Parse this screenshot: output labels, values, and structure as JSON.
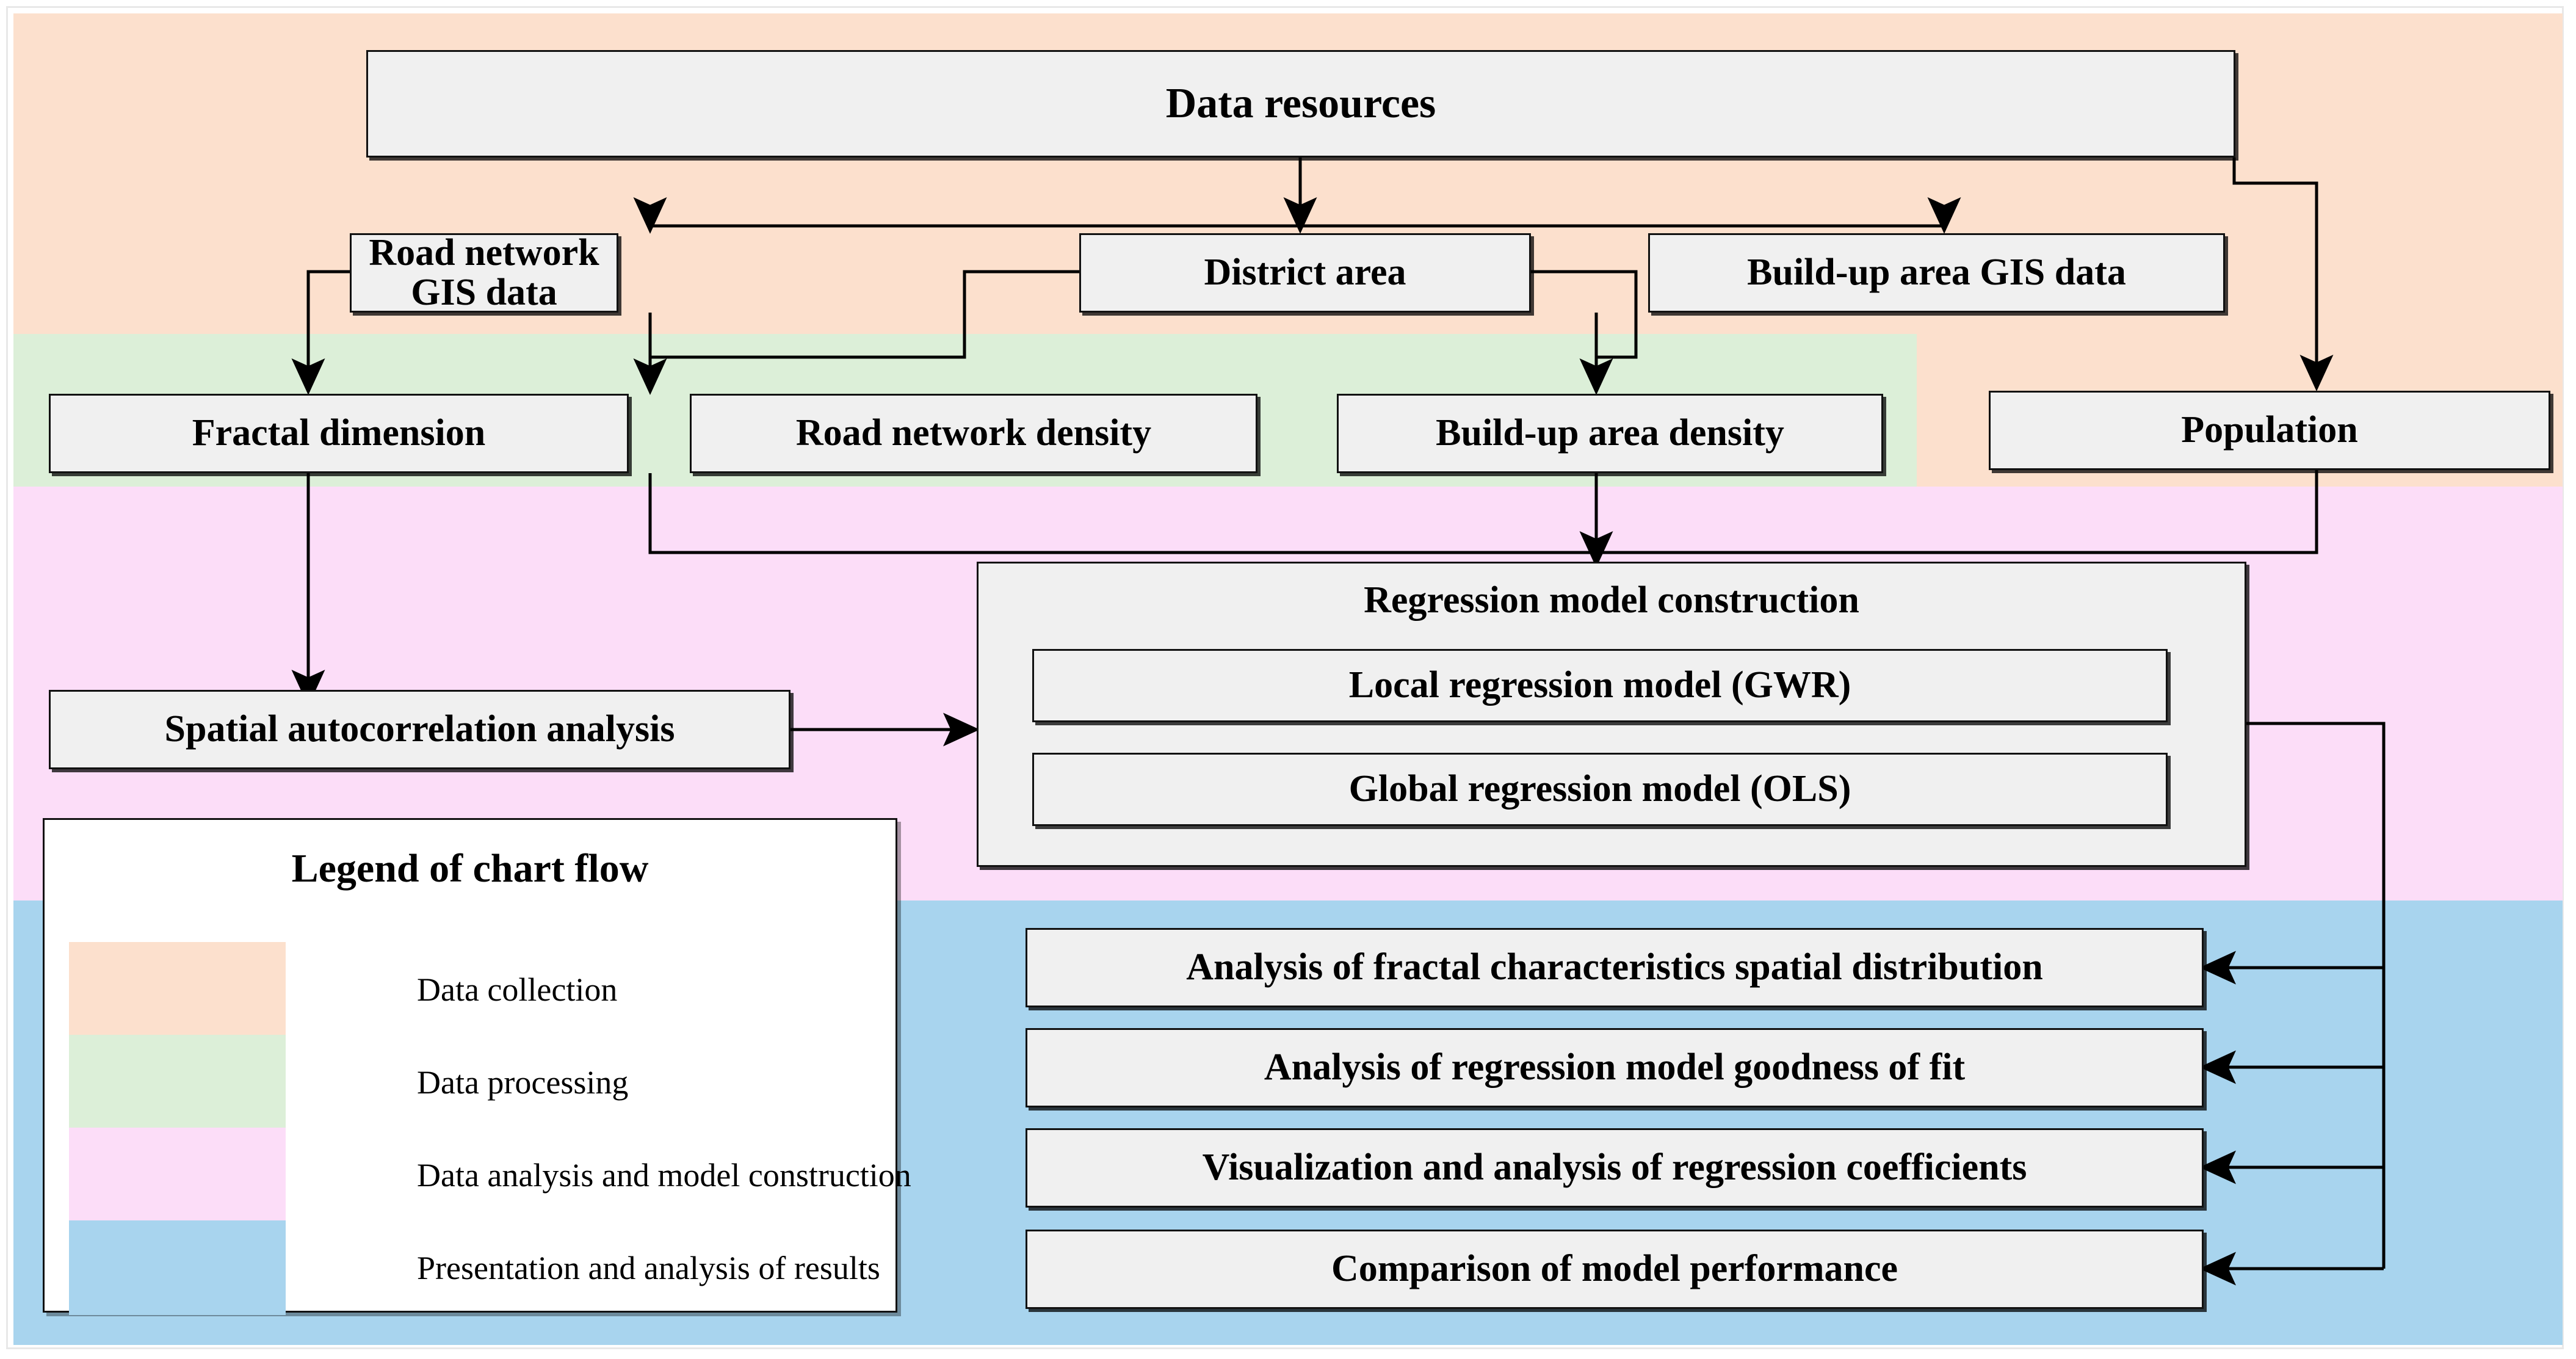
{
  "title": "Research methodology flowchart",
  "colors": {
    "data_collection": "#fce0cd",
    "data_processing": "#dcefd8",
    "data_analysis": "#fcddf8",
    "results": "#a8d4ee",
    "node_fill": "#f0f0f0",
    "node_border": "#111111",
    "legend_bg": "#ffffff",
    "page_bg": "#ffffff"
  },
  "bands": [
    {
      "name": "data-collection-band",
      "label": "Data collection",
      "color": "#fce0cd"
    },
    {
      "name": "data-processing-band",
      "label": "Data processing",
      "color": "#dcefd8"
    },
    {
      "name": "data-analysis-band",
      "label": "Data analysis and model construction",
      "color": "#fcddf8"
    },
    {
      "name": "results-band",
      "label": "Presentation and analysis of results",
      "color": "#a8d4ee"
    }
  ],
  "nodes": {
    "data_resources": "Data resources",
    "road_network_gis": "Road network GIS data",
    "district_area": "District area",
    "buildup_area_gis": "Build-up area GIS data",
    "fractal_dimension": "Fractal dimension",
    "road_network_density": "Road network density",
    "buildup_area_density": "Build-up area density",
    "population": "Population",
    "spatial_autocorrelation": "Spatial autocorrelation analysis",
    "regression_construction": "Regression model construction",
    "local_regression": "Local regression model (GWR)",
    "global_regression": "Global regression model (OLS)",
    "result_1": "Analysis of fractal characteristics spatial distribution",
    "result_2": "Analysis of regression model goodness of fit",
    "result_3": "Visualization and analysis of regression coefficients",
    "result_4": "Comparison of model performance"
  },
  "legend": {
    "title": "Legend of chart flow",
    "items": [
      {
        "color": "#fce0cd",
        "label": "Data collection"
      },
      {
        "color": "#dcefd8",
        "label": "Data processing"
      },
      {
        "color": "#fcddf8",
        "label": "Data analysis and model construction"
      },
      {
        "color": "#a8d4ee",
        "label": "Presentation and analysis of results"
      }
    ]
  },
  "chart_data": {
    "type": "diagram",
    "diagram_kind": "flowchart",
    "title": "Research methodology flowchart",
    "stages": [
      {
        "stage": "Data collection",
        "color": "#fce0cd",
        "nodes": [
          "Data resources",
          "Road network GIS data",
          "District area",
          "Build-up area GIS data",
          "Population"
        ]
      },
      {
        "stage": "Data processing",
        "color": "#dcefd8",
        "nodes": [
          "Fractal dimension",
          "Road network density",
          "Build-up area density"
        ]
      },
      {
        "stage": "Data analysis and model construction",
        "color": "#fcddf8",
        "nodes": [
          "Spatial autocorrelation analysis",
          "Regression model construction",
          "Local regression model (GWR)",
          "Global regression model (OLS)"
        ]
      },
      {
        "stage": "Presentation and analysis of results",
        "color": "#a8d4ee",
        "nodes": [
          "Analysis of fractal characteristics spatial distribution",
          "Analysis of regression model goodness of fit",
          "Visualization and analysis of regression coefficients",
          "Comparison of model performance"
        ]
      }
    ],
    "edges": [
      {
        "from": "Data resources",
        "to": "Road network GIS data"
      },
      {
        "from": "Data resources",
        "to": "District area"
      },
      {
        "from": "Data resources",
        "to": "Build-up area GIS data"
      },
      {
        "from": "Data resources",
        "to": "Population"
      },
      {
        "from": "Road network GIS data",
        "to": "Fractal dimension"
      },
      {
        "from": "Road network GIS data",
        "to": "Road network density"
      },
      {
        "from": "District area",
        "to": "Road network density"
      },
      {
        "from": "District area",
        "to": "Build-up area density"
      },
      {
        "from": "Build-up area GIS data",
        "to": "Build-up area density"
      },
      {
        "from": "Fractal dimension",
        "to": "Spatial autocorrelation analysis"
      },
      {
        "from": "Road network density",
        "to": "Regression model construction"
      },
      {
        "from": "Build-up area density",
        "to": "Regression model construction"
      },
      {
        "from": "Population",
        "to": "Regression model construction"
      },
      {
        "from": "Spatial autocorrelation analysis",
        "to": "Regression model construction"
      },
      {
        "from": "Regression model construction",
        "to": "Analysis of fractal characteristics spatial distribution"
      },
      {
        "from": "Regression model construction",
        "to": "Analysis of regression model goodness of fit"
      },
      {
        "from": "Regression model construction",
        "to": "Visualization and analysis of regression coefficients"
      },
      {
        "from": "Regression model construction",
        "to": "Comparison of model performance"
      }
    ]
  }
}
